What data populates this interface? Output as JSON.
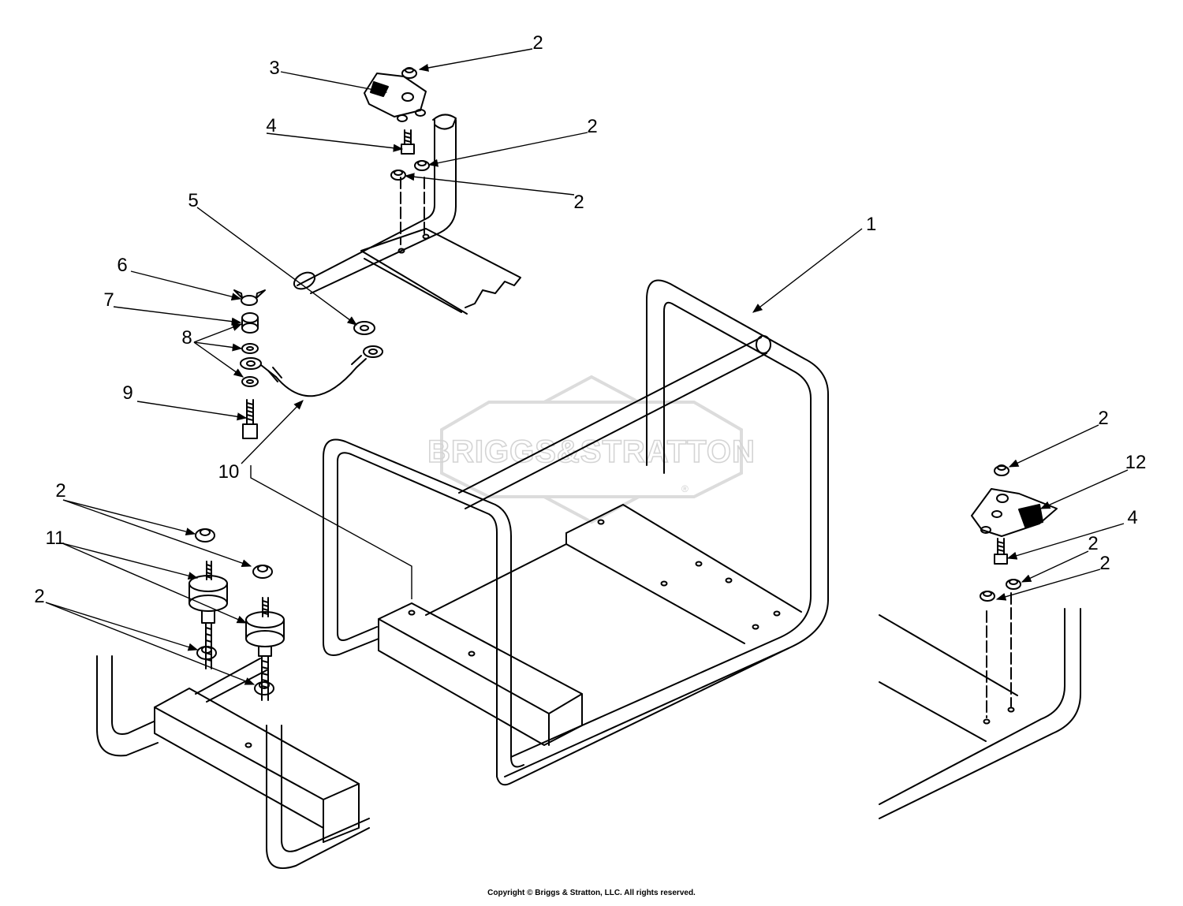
{
  "diagram": {
    "callouts": [
      {
        "id": "c1",
        "label": "1"
      },
      {
        "id": "c2a",
        "label": "2"
      },
      {
        "id": "c2b",
        "label": "2"
      },
      {
        "id": "c2c",
        "label": "2"
      },
      {
        "id": "c2d",
        "label": "2"
      },
      {
        "id": "c2e",
        "label": "2"
      },
      {
        "id": "c2f",
        "label": "2"
      },
      {
        "id": "c2g",
        "label": "2"
      },
      {
        "id": "c2h",
        "label": "2"
      },
      {
        "id": "c3",
        "label": "3"
      },
      {
        "id": "c4a",
        "label": "4"
      },
      {
        "id": "c4b",
        "label": "4"
      },
      {
        "id": "c5",
        "label": "5"
      },
      {
        "id": "c6",
        "label": "6"
      },
      {
        "id": "c7",
        "label": "7"
      },
      {
        "id": "c8",
        "label": "8"
      },
      {
        "id": "c9",
        "label": "9"
      },
      {
        "id": "c10",
        "label": "10"
      },
      {
        "id": "c11",
        "label": "11"
      },
      {
        "id": "c12",
        "label": "12"
      }
    ],
    "watermark": "BRIGGS&STRATTON",
    "watermark_mark": "®"
  },
  "footer": {
    "copyright": "Copyright © Briggs & Stratton, LLC. All rights reserved."
  }
}
